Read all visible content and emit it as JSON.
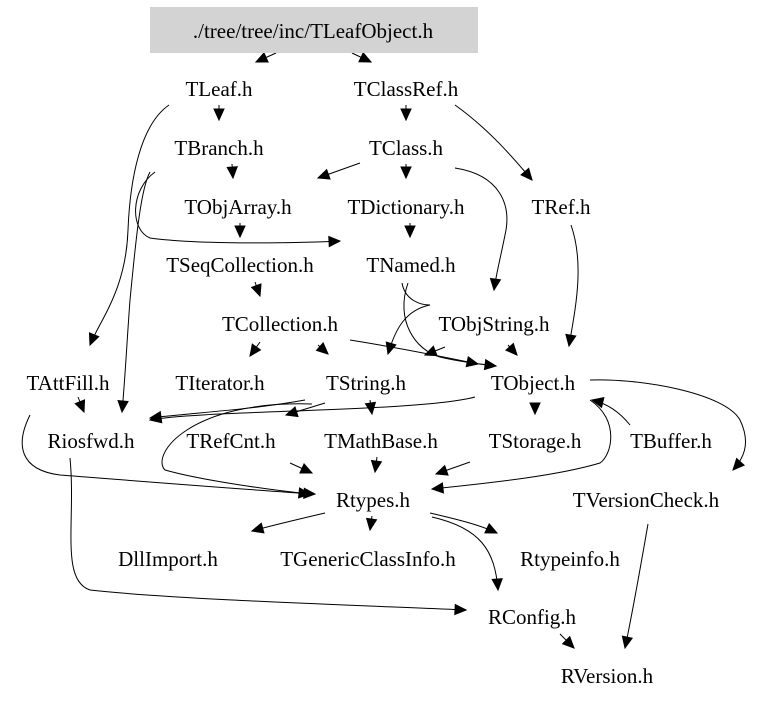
{
  "graph": {
    "root": "./tree/tree/inc/TLeafObject.h",
    "root_fill": "#d3d3d3",
    "nodes": {
      "root": "./tree/tree/inc/TLeafObject.h",
      "tleaf": "TLeaf.h",
      "tclassref": "TClassRef.h",
      "tbranch": "TBranch.h",
      "tclass": "TClass.h",
      "tobjarray": "TObjArray.h",
      "tdictionary": "TDictionary.h",
      "tref": "TRef.h",
      "tseqcollection": "TSeqCollection.h",
      "tnamed": "TNamed.h",
      "tcollection": "TCollection.h",
      "tobjstring": "TObjString.h",
      "tattfill": "TAttFill.h",
      "titerator": "TIterator.h",
      "tstring": "TString.h",
      "tobject": "TObject.h",
      "riosfwd": "Riosfwd.h",
      "trefcnt": "TRefCnt.h",
      "tmathbase": "TMathBase.h",
      "tstorage": "TStorage.h",
      "tbuffer": "TBuffer.h",
      "rtypes": "Rtypes.h",
      "tversioncheck": "TVersionCheck.h",
      "dllimport": "DllImport.h",
      "tgenericclassinfo": "TGenericClassInfo.h",
      "rtypeinfo": "Rtypeinfo.h",
      "rconfig": "RConfig.h",
      "rversion": "RVersion.h"
    },
    "edges": [
      [
        "root",
        "tleaf"
      ],
      [
        "root",
        "tclassref"
      ],
      [
        "tleaf",
        "tbranch"
      ],
      [
        "tleaf",
        "tattfill"
      ],
      [
        "tclassref",
        "tclass"
      ],
      [
        "tclassref",
        "tref"
      ],
      [
        "tbranch",
        "tobjarray"
      ],
      [
        "tbranch",
        "tnamed"
      ],
      [
        "tbranch",
        "riosfwd"
      ],
      [
        "tclass",
        "tobjarray"
      ],
      [
        "tclass",
        "tdictionary"
      ],
      [
        "tclass",
        "tobjstring"
      ],
      [
        "tobjarray",
        "tseqcollection"
      ],
      [
        "tdictionary",
        "tnamed"
      ],
      [
        "tref",
        "tobject"
      ],
      [
        "tseqcollection",
        "tcollection"
      ],
      [
        "tnamed",
        "tstring"
      ],
      [
        "tnamed",
        "tobject"
      ],
      [
        "tcollection",
        "titerator"
      ],
      [
        "tcollection",
        "tstring"
      ],
      [
        "tcollection",
        "tobject"
      ],
      [
        "tobjstring",
        "tstring"
      ],
      [
        "tobjstring",
        "tobject"
      ],
      [
        "tattfill",
        "riosfwd"
      ],
      [
        "tattfill",
        "rtypes"
      ],
      [
        "tstring",
        "riosfwd"
      ],
      [
        "tstring",
        "trefcnt"
      ],
      [
        "tstring",
        "tmathbase"
      ],
      [
        "tstring",
        "rtypes"
      ],
      [
        "tobject",
        "riosfwd"
      ],
      [
        "tobject",
        "tstorage"
      ],
      [
        "tobject",
        "rtypes"
      ],
      [
        "tobject",
        "tversioncheck"
      ],
      [
        "tbuffer",
        "tobject"
      ],
      [
        "trefcnt",
        "rtypes"
      ],
      [
        "tmathbase",
        "rtypes"
      ],
      [
        "tstorage",
        "rtypes"
      ],
      [
        "riosfwd",
        "rconfig"
      ],
      [
        "rtypes",
        "dllimport"
      ],
      [
        "rtypes",
        "tgenericclassinfo"
      ],
      [
        "rtypes",
        "rtypeinfo"
      ],
      [
        "rtypes",
        "rconfig"
      ],
      [
        "tversioncheck",
        "rversion"
      ],
      [
        "rconfig",
        "rversion"
      ]
    ]
  }
}
